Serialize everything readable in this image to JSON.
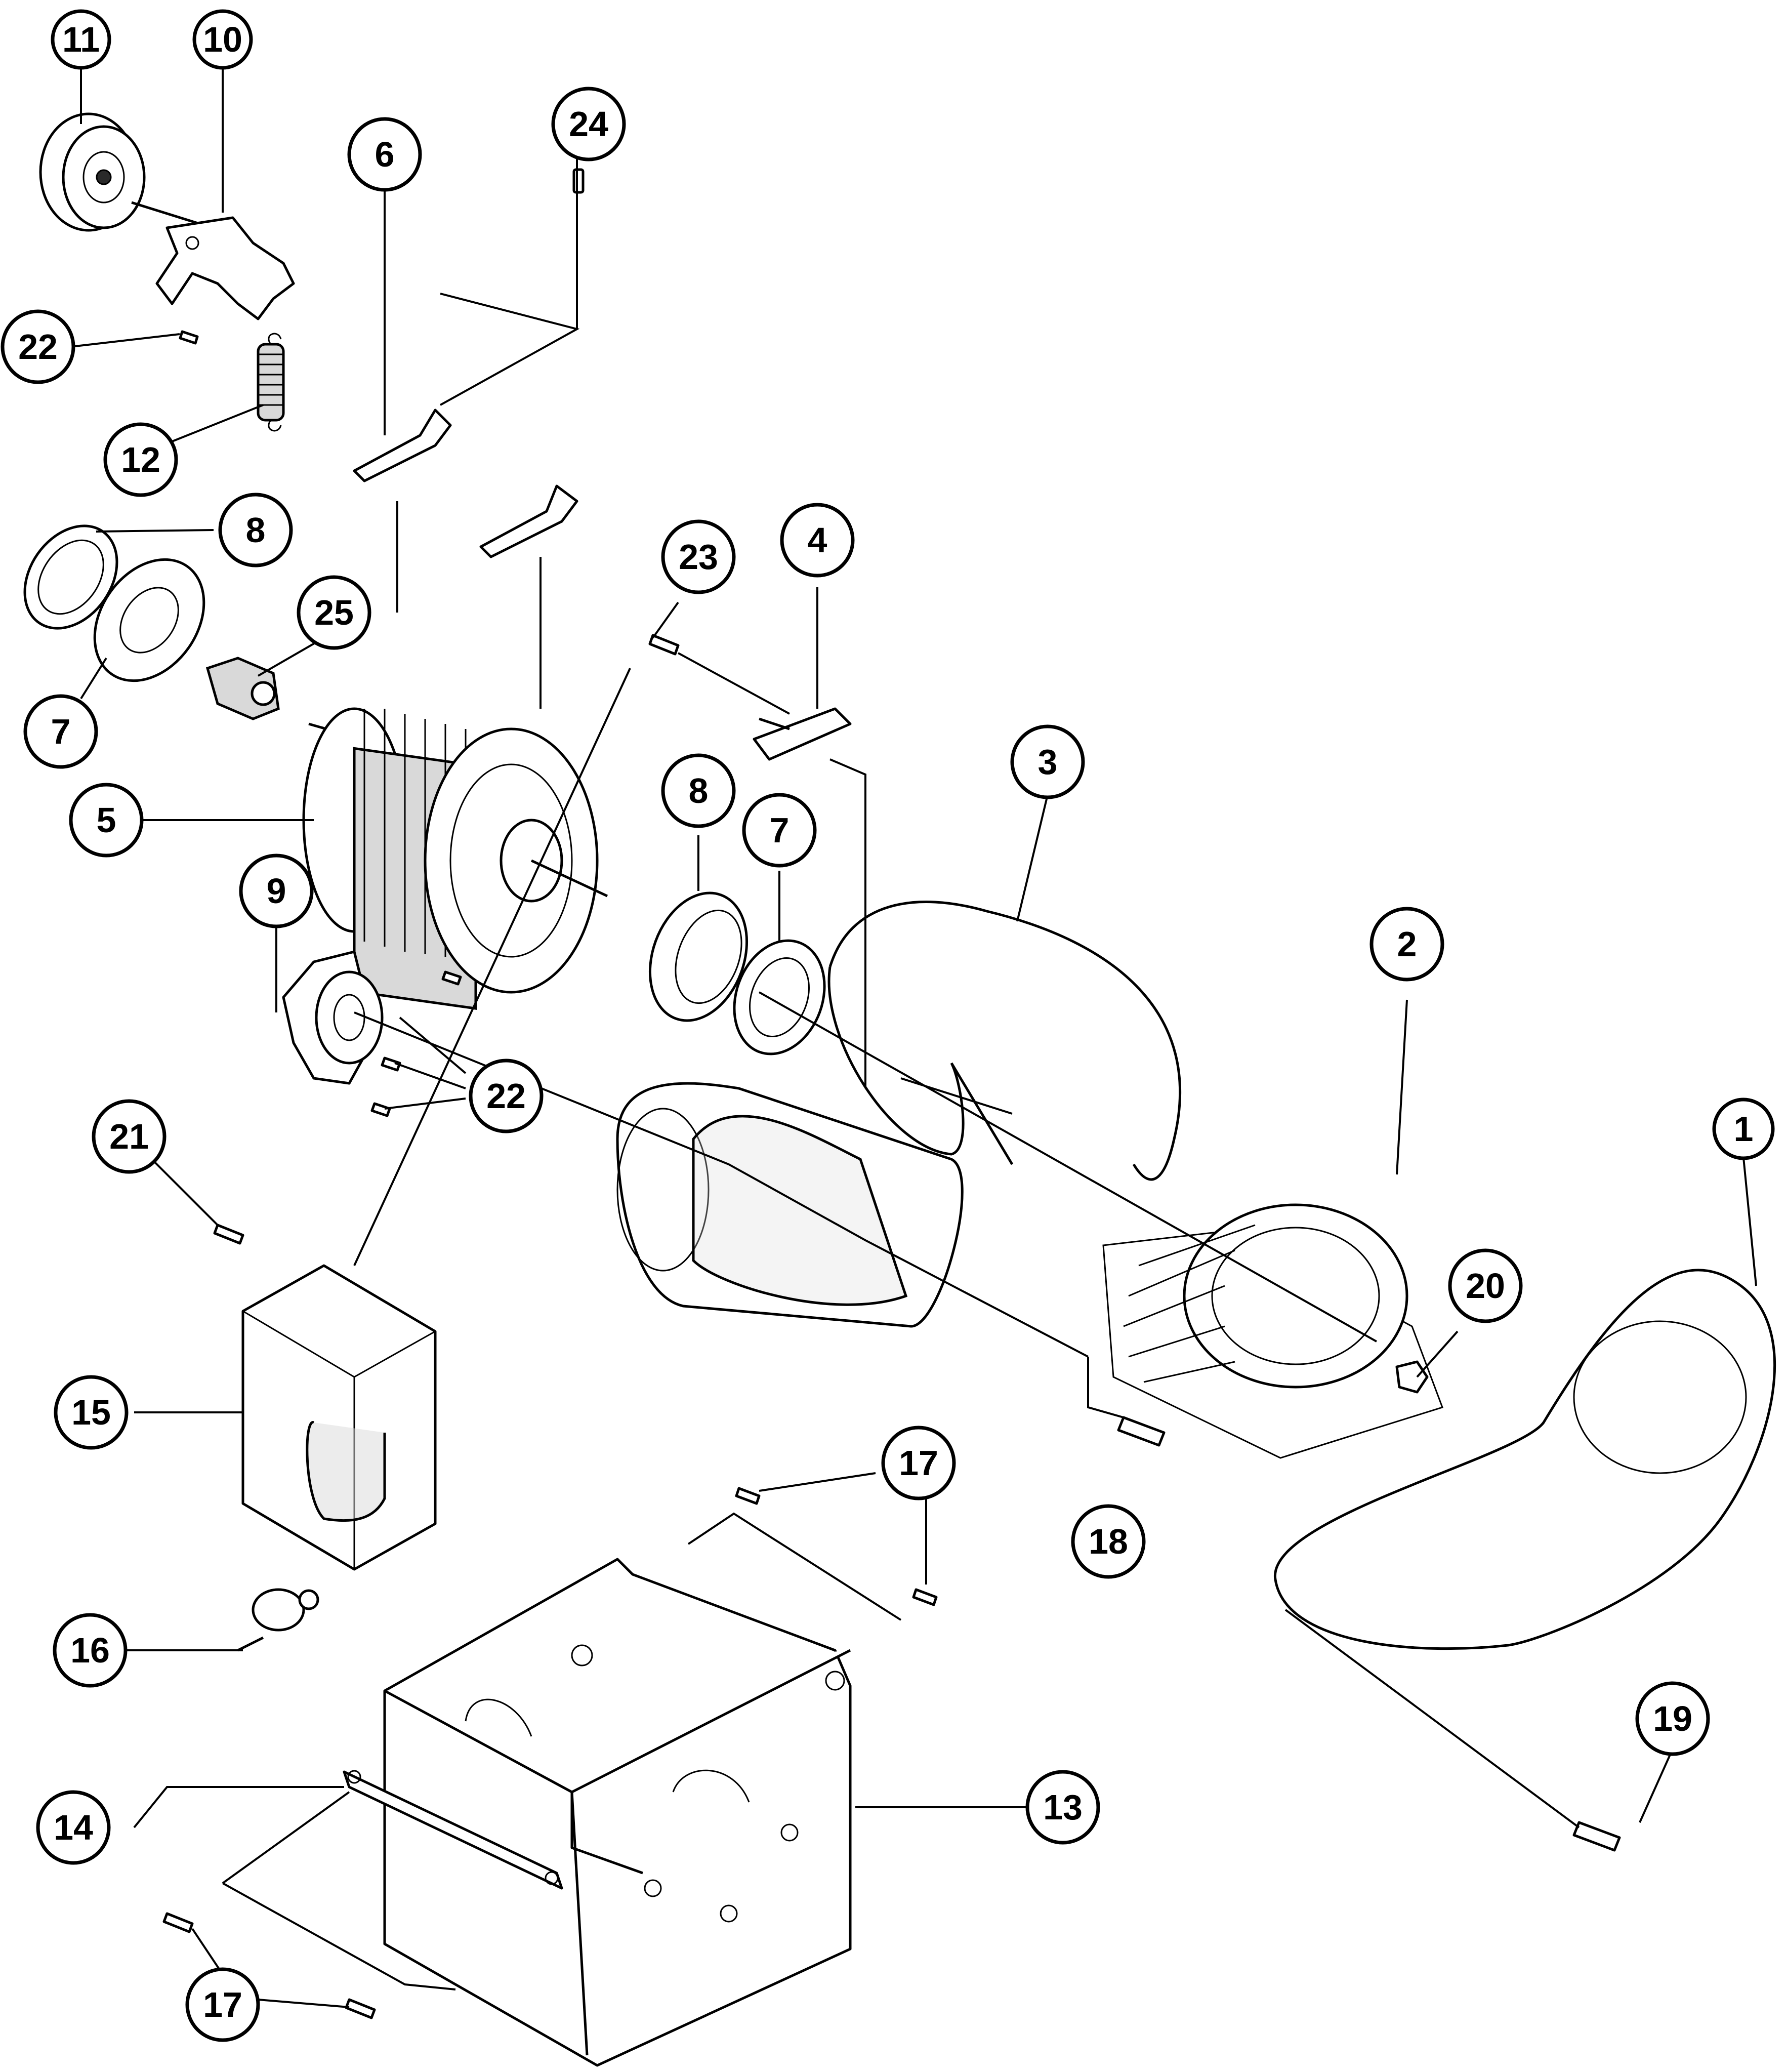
{
  "colors": {
    "line": "#000000",
    "background": "#ffffff",
    "shade": "#d9d9d9"
  },
  "callouts": [
    {
      "id": "c11",
      "label": "11"
    },
    {
      "id": "c10",
      "label": "10"
    },
    {
      "id": "c22a",
      "label": "22"
    },
    {
      "id": "c12",
      "label": "12"
    },
    {
      "id": "c6",
      "label": "6"
    },
    {
      "id": "c24",
      "label": "24"
    },
    {
      "id": "c8a",
      "label": "8"
    },
    {
      "id": "c25",
      "label": "25"
    },
    {
      "id": "c7a",
      "label": "7"
    },
    {
      "id": "c5",
      "label": "5"
    },
    {
      "id": "c23",
      "label": "23"
    },
    {
      "id": "c4",
      "label": "4"
    },
    {
      "id": "c3",
      "label": "3"
    },
    {
      "id": "c8b",
      "label": "8"
    },
    {
      "id": "c7b",
      "label": "7"
    },
    {
      "id": "c9",
      "label": "9"
    },
    {
      "id": "c22b",
      "label": "22"
    },
    {
      "id": "c2",
      "label": "2"
    },
    {
      "id": "c1",
      "label": "1"
    },
    {
      "id": "c21",
      "label": "21"
    },
    {
      "id": "c20",
      "label": "20"
    },
    {
      "id": "c15",
      "label": "15"
    },
    {
      "id": "c17a",
      "label": "17"
    },
    {
      "id": "c18",
      "label": "18"
    },
    {
      "id": "c16",
      "label": "16"
    },
    {
      "id": "c19",
      "label": "19"
    },
    {
      "id": "c13",
      "label": "13"
    },
    {
      "id": "c14",
      "label": "14"
    },
    {
      "id": "c17b",
      "label": "17"
    }
  ]
}
